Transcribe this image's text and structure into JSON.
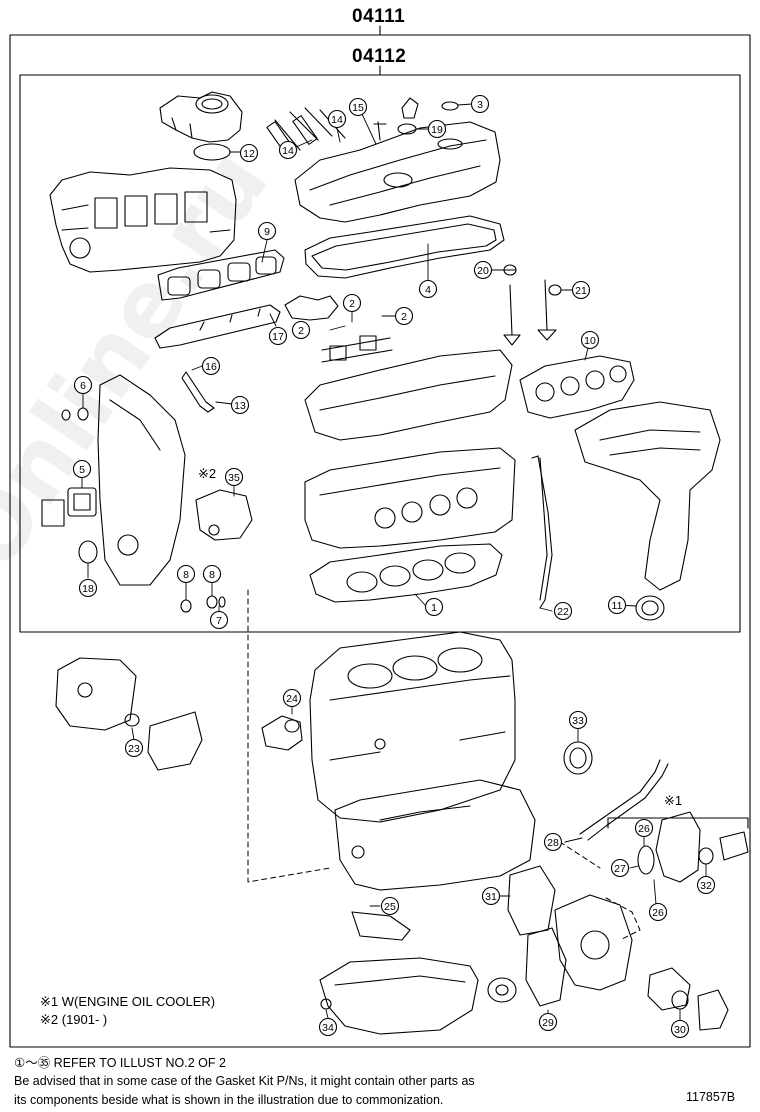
{
  "header": {
    "kit_code_outer": "04111",
    "kit_code_inner": "04112"
  },
  "callouts": [
    {
      "id": "c1",
      "label": "1"
    },
    {
      "id": "c2a",
      "label": "2"
    },
    {
      "id": "c2b",
      "label": "2"
    },
    {
      "id": "c2c",
      "label": "2"
    },
    {
      "id": "c3",
      "label": "3"
    },
    {
      "id": "c4",
      "label": "4"
    },
    {
      "id": "c5",
      "label": "5"
    },
    {
      "id": "c6",
      "label": "6"
    },
    {
      "id": "c7",
      "label": "7"
    },
    {
      "id": "c8a",
      "label": "8"
    },
    {
      "id": "c8b",
      "label": "8"
    },
    {
      "id": "c9",
      "label": "9"
    },
    {
      "id": "c10",
      "label": "10"
    },
    {
      "id": "c11",
      "label": "11"
    },
    {
      "id": "c12",
      "label": "12"
    },
    {
      "id": "c13",
      "label": "13"
    },
    {
      "id": "c14a",
      "label": "14"
    },
    {
      "id": "c14b",
      "label": "14"
    },
    {
      "id": "c15",
      "label": "15"
    },
    {
      "id": "c16",
      "label": "16"
    },
    {
      "id": "c17",
      "label": "17"
    },
    {
      "id": "c18",
      "label": "18"
    },
    {
      "id": "c19",
      "label": "19"
    },
    {
      "id": "c20",
      "label": "20"
    },
    {
      "id": "c21",
      "label": "21"
    },
    {
      "id": "c22",
      "label": "22"
    },
    {
      "id": "c23",
      "label": "23"
    },
    {
      "id": "c24",
      "label": "24"
    },
    {
      "id": "c25",
      "label": "25"
    },
    {
      "id": "c26a",
      "label": "26"
    },
    {
      "id": "c26b",
      "label": "26"
    },
    {
      "id": "c27",
      "label": "27"
    },
    {
      "id": "c28",
      "label": "28"
    },
    {
      "id": "c29",
      "label": "29"
    },
    {
      "id": "c30",
      "label": "30"
    },
    {
      "id": "c31",
      "label": "31"
    },
    {
      "id": "c32",
      "label": "32"
    },
    {
      "id": "c33",
      "label": "33"
    },
    {
      "id": "c34",
      "label": "34"
    },
    {
      "id": "c35",
      "label": "35"
    }
  ],
  "markers": {
    "mark1": "※1",
    "mark2": "※2"
  },
  "notes": {
    "note1": "※1 W(ENGINE OIL COOLER)",
    "note2": "※2 (1901-      )"
  },
  "footer": {
    "refer": "①～㉟ REFER TO ILLUST NO.2 OF 2",
    "advisory_line1": "Be advised that in some case of the Gasket Kit P/Ns,  it might contain other parts as",
    "advisory_line2": "its components beside what is shown in the illustration due to commonization.",
    "figure_id": "117857B"
  },
  "watermark": "ToyotaOnline.ru"
}
